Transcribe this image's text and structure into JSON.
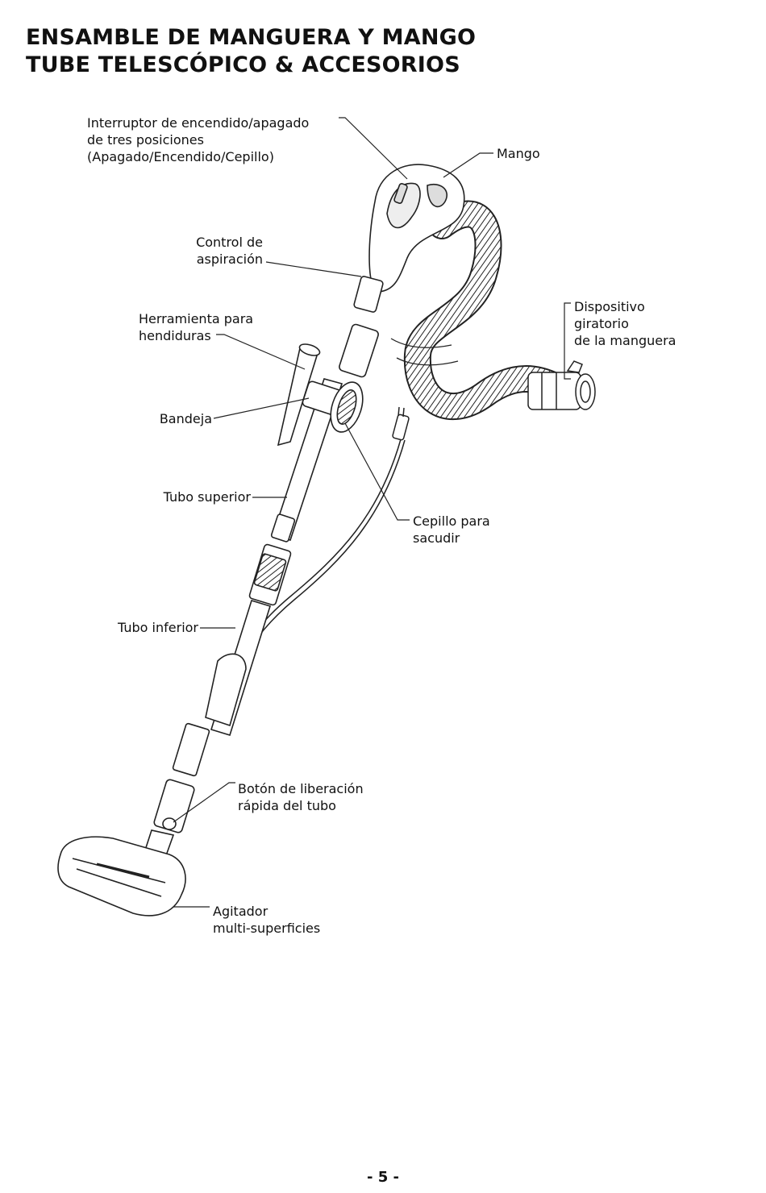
{
  "title": {
    "line1": "ENSAMBLE DE MANGUERA Y MANGO",
    "line2": "TUBE TELESCÓPICO & ACCESORIOS"
  },
  "labels": {
    "switch": [
      "Interruptor de encendido/apagado",
      "de tres posiciones",
      "(Apagado/Encendido/Cepillo)"
    ],
    "handle": [
      "Mango"
    ],
    "suction": [
      "Control de",
      "aspiración"
    ],
    "crevice": [
      "Herramienta para",
      "hendiduras"
    ],
    "swivel": [
      "Dispositivo",
      "giratorio",
      "de la manguera"
    ],
    "tray": [
      "Bandeja"
    ],
    "upper_tube": [
      "Tubo superior"
    ],
    "dust_brush": [
      "Cepillo para",
      "sacudir"
    ],
    "lower_tube": [
      "Tubo inferior"
    ],
    "release": [
      "Botón de liberación",
      "rápida del tubo"
    ],
    "agitator": [
      "Agitador",
      "multi-superficies"
    ]
  },
  "page_number": "- 5 -"
}
